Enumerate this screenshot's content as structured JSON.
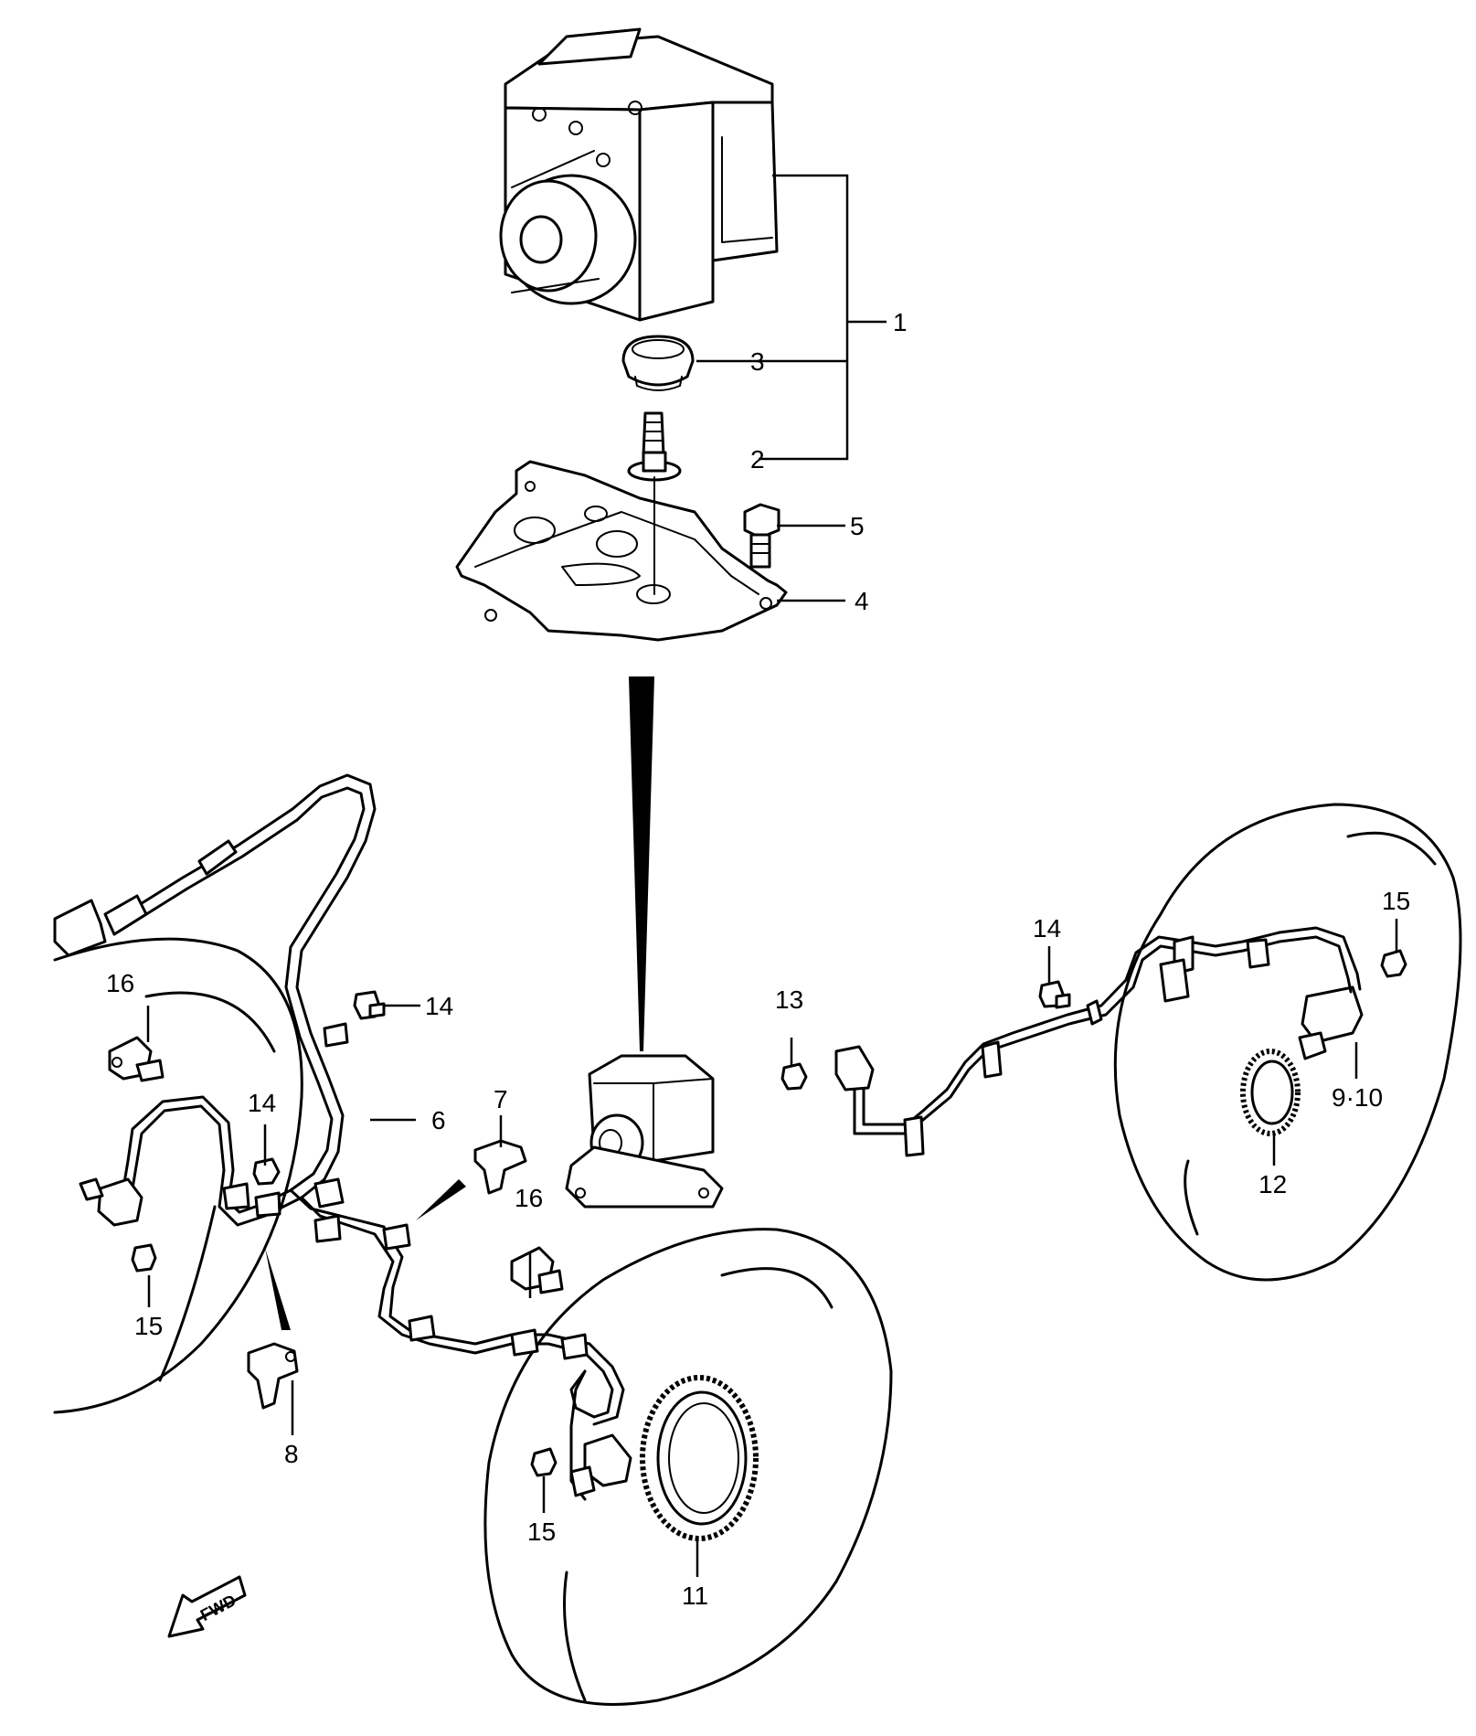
{
  "callouts": {
    "c1": "1",
    "c2": "2",
    "c3": "3",
    "c4": "4",
    "c5": "5",
    "c6": "6",
    "c7": "7",
    "c8": "8",
    "c9_10": "9·10",
    "c11": "11",
    "c12": "12",
    "c13": "13",
    "c14a": "14",
    "c14b": "14",
    "c14c": "14",
    "c15a": "15",
    "c15b": "15",
    "c15c": "15",
    "c16a": "16",
    "c16b": "16"
  },
  "badge": {
    "text": "FWD"
  }
}
